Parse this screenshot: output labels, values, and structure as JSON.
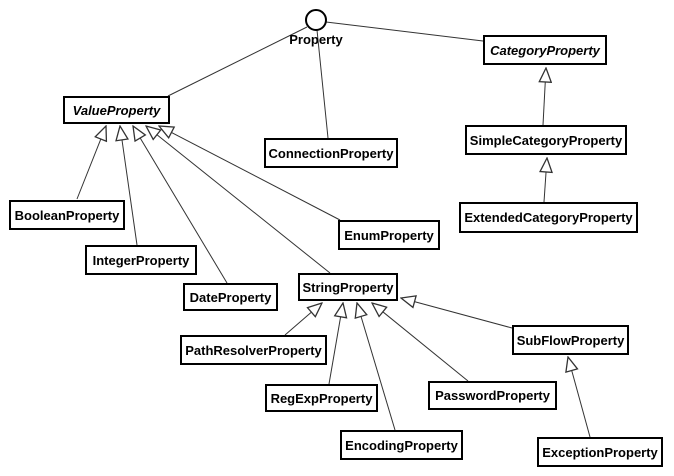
{
  "diagram": {
    "type": "uml-class-diagram",
    "interface": {
      "label": "Property",
      "notation": "lollipop-circle"
    },
    "nodes": {
      "property": {
        "label": "Property",
        "kind": "interface",
        "abstract": false
      },
      "value_property": {
        "label": "ValueProperty",
        "kind": "class",
        "abstract": true
      },
      "category_property": {
        "label": "CategoryProperty",
        "kind": "class",
        "abstract": true
      },
      "connection_property": {
        "label": "ConnectionProperty",
        "kind": "class",
        "abstract": false
      },
      "simple_category_property": {
        "label": "SimpleCategoryProperty",
        "kind": "class",
        "abstract": false
      },
      "extended_category_property": {
        "label": "ExtendedCategoryProperty",
        "kind": "class",
        "abstract": false
      },
      "boolean_property": {
        "label": "BooleanProperty",
        "kind": "class",
        "abstract": false
      },
      "integer_property": {
        "label": "IntegerProperty",
        "kind": "class",
        "abstract": false
      },
      "date_property": {
        "label": "DateProperty",
        "kind": "class",
        "abstract": false
      },
      "enum_property": {
        "label": "EnumProperty",
        "kind": "class",
        "abstract": false
      },
      "string_property": {
        "label": "StringProperty",
        "kind": "class",
        "abstract": false
      },
      "path_resolver_property": {
        "label": "PathResolverProperty",
        "kind": "class",
        "abstract": false
      },
      "regexp_property": {
        "label": "RegExpProperty",
        "kind": "class",
        "abstract": false
      },
      "encoding_property": {
        "label": "EncodingProperty",
        "kind": "class",
        "abstract": false
      },
      "password_property": {
        "label": "PasswordProperty",
        "kind": "class",
        "abstract": false
      },
      "subflow_property": {
        "label": "SubFlowProperty",
        "kind": "class",
        "abstract": false
      },
      "exception_property": {
        "label": "ExceptionProperty",
        "kind": "class",
        "abstract": false
      }
    },
    "relationships": [
      {
        "child": "ValueProperty",
        "parent": "Property",
        "type": "association-to-interface"
      },
      {
        "child": "ConnectionProperty",
        "parent": "Property",
        "type": "association-to-interface"
      },
      {
        "child": "CategoryProperty",
        "parent": "Property",
        "type": "association-to-interface"
      },
      {
        "child": "BooleanProperty",
        "parent": "ValueProperty",
        "type": "generalization"
      },
      {
        "child": "IntegerProperty",
        "parent": "ValueProperty",
        "type": "generalization"
      },
      {
        "child": "DateProperty",
        "parent": "ValueProperty",
        "type": "generalization"
      },
      {
        "child": "StringProperty",
        "parent": "ValueProperty",
        "type": "generalization"
      },
      {
        "child": "EnumProperty",
        "parent": "ValueProperty",
        "type": "generalization"
      },
      {
        "child": "SimpleCategoryProperty",
        "parent": "CategoryProperty",
        "type": "generalization"
      },
      {
        "child": "ExtendedCategoryProperty",
        "parent": "SimpleCategoryProperty",
        "type": "generalization"
      },
      {
        "child": "PathResolverProperty",
        "parent": "StringProperty",
        "type": "generalization"
      },
      {
        "child": "RegExpProperty",
        "parent": "StringProperty",
        "type": "generalization"
      },
      {
        "child": "EncodingProperty",
        "parent": "StringProperty",
        "type": "generalization"
      },
      {
        "child": "PasswordProperty",
        "parent": "StringProperty",
        "type": "generalization"
      },
      {
        "child": "SubFlowProperty",
        "parent": "StringProperty",
        "type": "generalization"
      },
      {
        "child": "ExceptionProperty",
        "parent": "SubFlowProperty",
        "type": "generalization"
      }
    ],
    "colors": {
      "background": "#ffffff",
      "box_border": "#000000",
      "box_fill": "#ffffff",
      "edge": "#333333",
      "text": "#000000"
    }
  }
}
